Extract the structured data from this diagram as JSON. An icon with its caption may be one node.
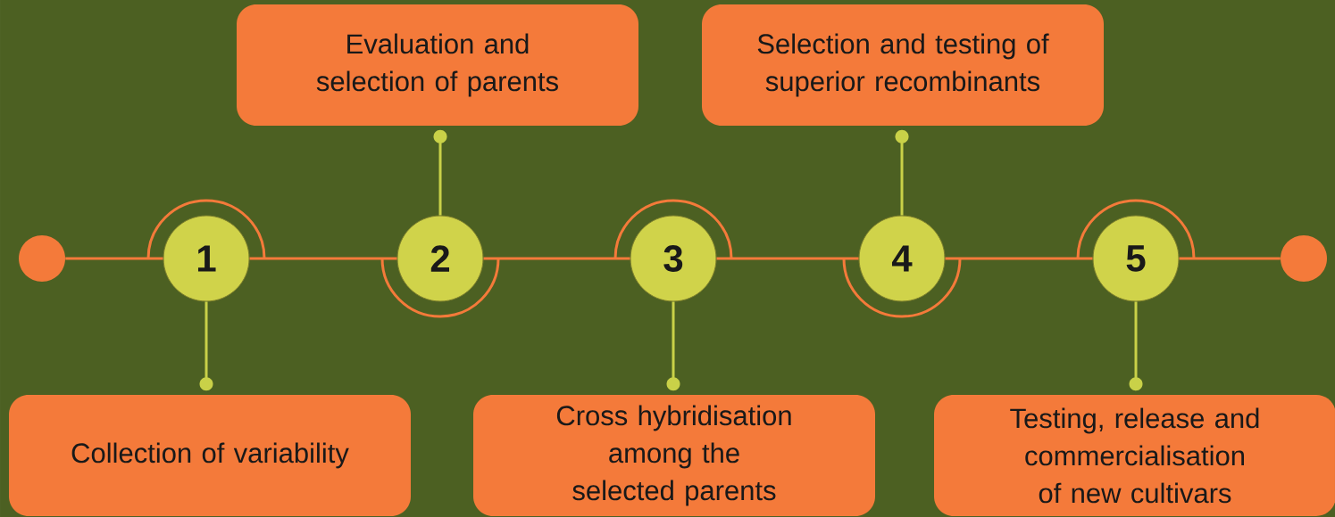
{
  "diagram": {
    "nodes": [
      {
        "text": [],
        "shape": "circle"
      },
      {
        "text": [
          "1"
        ]
      },
      {
        "text": [
          "2"
        ]
      },
      {
        "text": [
          "3"
        ]
      },
      {
        "text": [
          "4"
        ]
      },
      {
        "text": [
          "5"
        ]
      },
      {
        "text": [],
        "shape": "circle"
      },
      {
        "text": [
          "Collection of variability"
        ]
      },
      {
        "text": [
          "Evaluation and selection of parents"
        ]
      },
      {
        "text": [
          "Cross hybridisation among the selected parents"
        ]
      },
      {
        "text": [
          "Selection and testing of superior recombinants"
        ]
      },
      {
        "text": [
          "Testing, release and commercialisation of new cultivars"
        ]
      }
    ],
    "edges": [
      {
        "from": 0,
        "to": 1,
        "arrow": "none"
      },
      {
        "from": 1,
        "to": 2,
        "arrow": "none"
      },
      {
        "from": 2,
        "to": 3,
        "arrow": "none"
      },
      {
        "from": 3,
        "to": 4,
        "arrow": "none"
      },
      {
        "from": 4,
        "to": 5,
        "arrow": "none"
      },
      {
        "from": 5,
        "to": 6,
        "arrow": "none"
      },
      {
        "from": 1,
        "to": 7,
        "arrow": "other",
        "color": "#c9d148"
      },
      {
        "from": 2,
        "to": 8,
        "arrow": "other",
        "color": "#c9d148"
      },
      {
        "from": 3,
        "to": 9,
        "arrow": "other",
        "color": "#c9d148"
      },
      {
        "from": 4,
        "to": 10,
        "arrow": "other",
        "color": "#c9d148"
      },
      {
        "from": 5,
        "to": 11,
        "arrow": "other",
        "color": "#c9d148"
      }
    ]
  }
}
